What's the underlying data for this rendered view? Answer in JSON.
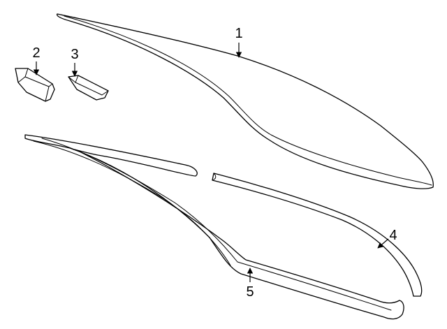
{
  "callouts": [
    {
      "id": "c1",
      "label": "1"
    },
    {
      "id": "c2",
      "label": "2"
    },
    {
      "id": "c3",
      "label": "3"
    },
    {
      "id": "c4",
      "label": "4"
    },
    {
      "id": "c5",
      "label": "5"
    }
  ],
  "colors": {
    "line": "#000000",
    "background": "#ffffff"
  }
}
